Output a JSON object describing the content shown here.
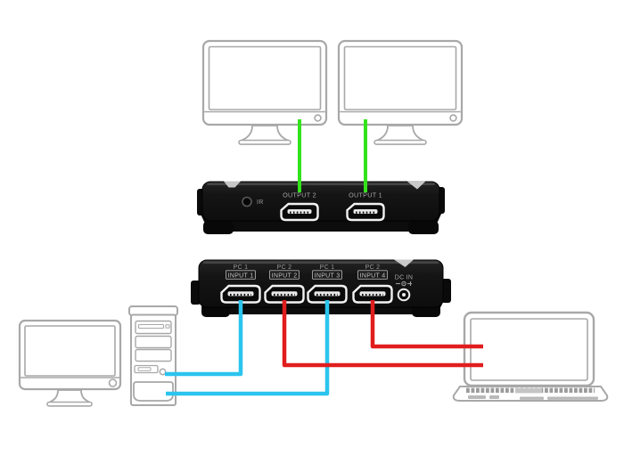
{
  "colors": {
    "cable_green": "#33E31B",
    "cable_cyan": "#2BC4EE",
    "cable_red": "#E11D1D",
    "device_black": "#141414",
    "outline_gray": "#A8A8A8"
  },
  "output_device": {
    "ir_label": "IR",
    "ports": [
      {
        "label": "OUTPUT 2"
      },
      {
        "label": "OUTPUT 1"
      }
    ]
  },
  "input_device": {
    "dc_label": "DC IN",
    "ports": [
      {
        "pc": "PC 1",
        "label": "INPUT 1"
      },
      {
        "pc": "PC 2",
        "label": "INPUT 2"
      },
      {
        "pc": "PC 1",
        "label": "INPUT 3"
      },
      {
        "pc": "PC 2",
        "label": "INPUT 4"
      }
    ]
  }
}
